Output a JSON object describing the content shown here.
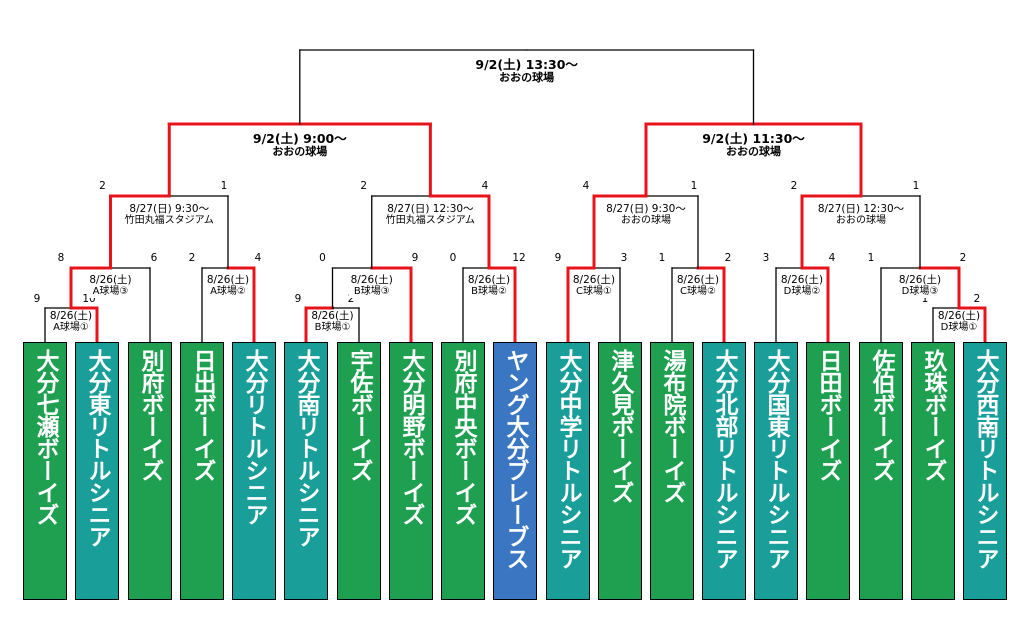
{
  "colors": {
    "green": "#1fa050",
    "teal": "#1a9e9a",
    "blue": "#3a76c2",
    "winner_line": "#e8141c",
    "line": "#000000"
  },
  "final": {
    "time": "9/2(土) 13:30～",
    "venue": "おおの球場"
  },
  "semifinals": [
    {
      "time": "9/2(土) 9:00～",
      "venue": "おおの球場"
    },
    {
      "time": "9/2(土) 11:30～",
      "venue": "おおの球場"
    }
  ],
  "quarterfinals": [
    {
      "time": "8/27(日) 9:30～",
      "venue": "竹田丸福スタジアム",
      "score_left": "2",
      "score_right": "1"
    },
    {
      "time": "8/27(日) 12:30～",
      "venue": "竹田丸福スタジアム",
      "score_left": "2",
      "score_right": "4"
    },
    {
      "time": "8/27(日) 9:30～",
      "venue": "おおの球場",
      "score_left": "4",
      "score_right": "1"
    },
    {
      "time": "8/27(日) 12:30～",
      "venue": "おおの球場",
      "score_left": "2",
      "score_right": "1"
    }
  ],
  "round16": [
    {
      "time": "8/26(土)",
      "venue": "A球場③",
      "score_left": "8",
      "score_right": "6"
    },
    {
      "time": "8/26(土)",
      "venue": "A球場②",
      "score_left": "2",
      "score_right": "4"
    },
    {
      "time": "8/26(土)",
      "venue": "B球場③",
      "score_left": "0",
      "score_right": "9"
    },
    {
      "time": "8/26(土)",
      "venue": "B球場②",
      "score_left": "0",
      "score_right": "12"
    },
    {
      "time": "8/26(土)",
      "venue": "C球場①",
      "score_left": "9",
      "score_right": "3"
    },
    {
      "time": "8/26(土)",
      "venue": "C球場②",
      "score_left": "1",
      "score_right": "2"
    },
    {
      "time": "8/26(土)",
      "venue": "D球場②",
      "score_left": "3",
      "score_right": "4"
    },
    {
      "time": "8/26(土)",
      "venue": "D球場③",
      "score_left": "1",
      "score_right": "2"
    }
  ],
  "first_round": [
    {
      "time": "8/26(土)",
      "venue": "A球場①",
      "score_left": "9",
      "score_right": "10"
    },
    {
      "time": "8/26(土)",
      "venue": "B球場①",
      "score_left": "9",
      "score_right": "2"
    },
    {
      "time": "8/26(土)",
      "venue": "D球場①",
      "score_left": "1",
      "score_right": "2"
    }
  ],
  "teams": [
    {
      "name": "大分七瀬ボーイズ",
      "color": "green"
    },
    {
      "name": "大分東リトルシニア",
      "color": "teal"
    },
    {
      "name": "別府ボーイズ",
      "color": "green"
    },
    {
      "name": "日出ボーイズ",
      "color": "green"
    },
    {
      "name": "大分リトルシニア",
      "color": "teal"
    },
    {
      "name": "大分南リトルシニア",
      "color": "teal"
    },
    {
      "name": "宇佐ボーイズ",
      "color": "green"
    },
    {
      "name": "大分明野ボーイズ",
      "color": "green"
    },
    {
      "name": "別府中央ボーイズ",
      "color": "green"
    },
    {
      "name": "ヤング大分ブレーブス",
      "color": "blue"
    },
    {
      "name": "大分中学リトルシニア",
      "color": "teal"
    },
    {
      "name": "津久見ボーイズ",
      "color": "green"
    },
    {
      "name": "湯布院ボーイズ",
      "color": "green"
    },
    {
      "name": "大分北部リトルシニア",
      "color": "teal"
    },
    {
      "name": "大分国東リトルシニア",
      "color": "teal"
    },
    {
      "name": "日田ボーイズ",
      "color": "green"
    },
    {
      "name": "佐伯ボーイズ",
      "color": "green"
    },
    {
      "name": "玖珠ボーイズ",
      "color": "green"
    },
    {
      "name": "大分西南リトルシニア",
      "color": "teal"
    }
  ]
}
